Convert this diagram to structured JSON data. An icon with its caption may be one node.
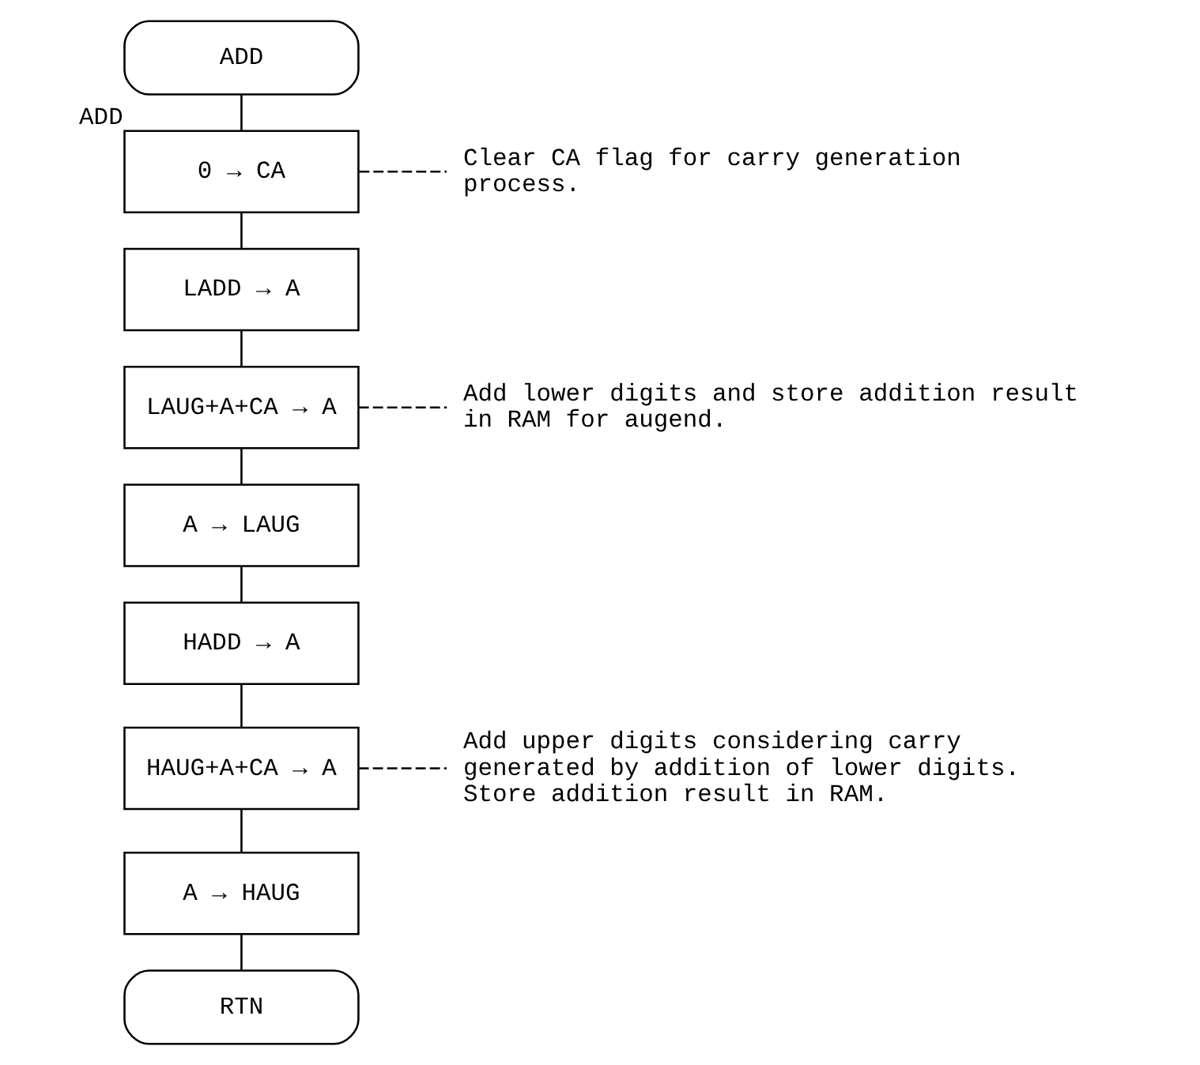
{
  "diagram": {
    "nodes": [
      {
        "text": [
          "ADD"
        ]
      },
      {
        "text": [
          "0 → CA"
        ],
        "beside": [
          "ADD"
        ]
      },
      {
        "text": [
          "LADD → A"
        ]
      },
      {
        "text": [
          "LAUG+A+CA → A"
        ]
      },
      {
        "text": [
          "A → LAUG"
        ]
      },
      {
        "text": [
          "HADD → A"
        ]
      },
      {
        "text": [
          "HAUG+A+CA → A"
        ]
      },
      {
        "text": [
          "A → HAUG"
        ]
      },
      {
        "text": [
          "RTN"
        ]
      },
      {
        "text": [
          "Clear CA flag for carry generation process."
        ]
      },
      {
        "text": [
          "Add lower digits and store addition result in RAM for augend."
        ]
      },
      {
        "text": [
          "Add upper digits considering carry generated by addition of lower digits. Store addition result in RAM."
        ]
      }
    ],
    "edges": [
      {
        "from": 0,
        "to": 1,
        "arrow": "none"
      },
      {
        "from": 1,
        "to": 2,
        "arrow": "none"
      },
      {
        "from": 2,
        "to": 3,
        "arrow": "none"
      },
      {
        "from": 3,
        "to": 4,
        "arrow": "none"
      },
      {
        "from": 4,
        "to": 5,
        "arrow": "none"
      },
      {
        "from": 5,
        "to": 6,
        "arrow": "none"
      },
      {
        "from": 6,
        "to": 7,
        "arrow": "none"
      },
      {
        "from": 7,
        "to": 8,
        "arrow": "none"
      },
      {
        "from": 1,
        "to": 9,
        "arrow": "none",
        "style": "dashed"
      },
      {
        "from": 3,
        "to": 10,
        "arrow": "none",
        "style": "dashed"
      },
      {
        "from": 6,
        "to": 11,
        "arrow": "none",
        "style": "dashed"
      }
    ]
  }
}
